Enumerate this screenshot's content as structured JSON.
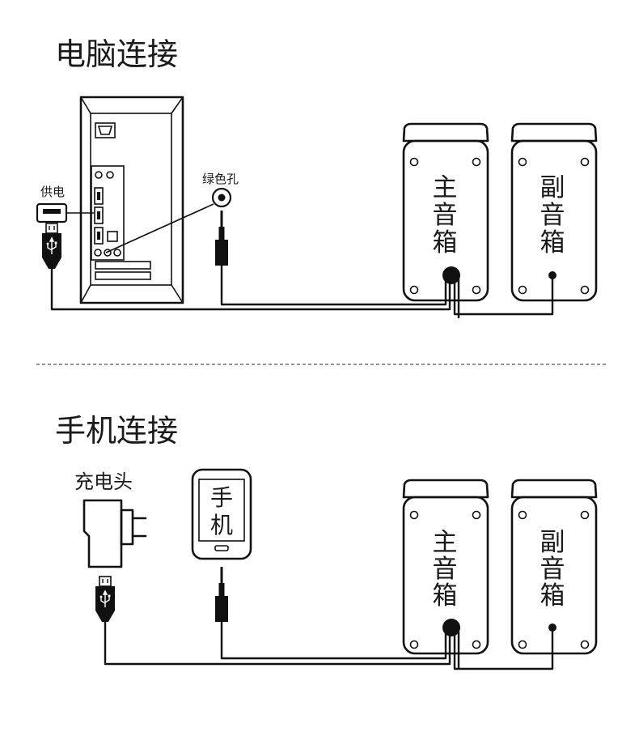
{
  "sections": {
    "computer": {
      "title": "电脑连接",
      "power_label": "供电",
      "port_label": "绿色孔",
      "main_speaker": [
        "主",
        "音",
        "箱"
      ],
      "sub_speaker": [
        "副",
        "音",
        "箱"
      ]
    },
    "phone": {
      "title": "手机连接",
      "charger_label": "充电头",
      "phone_screen": [
        "手",
        "机"
      ],
      "main_speaker": [
        "主",
        "音",
        "箱"
      ],
      "sub_speaker": [
        "副",
        "音",
        "箱"
      ]
    }
  }
}
